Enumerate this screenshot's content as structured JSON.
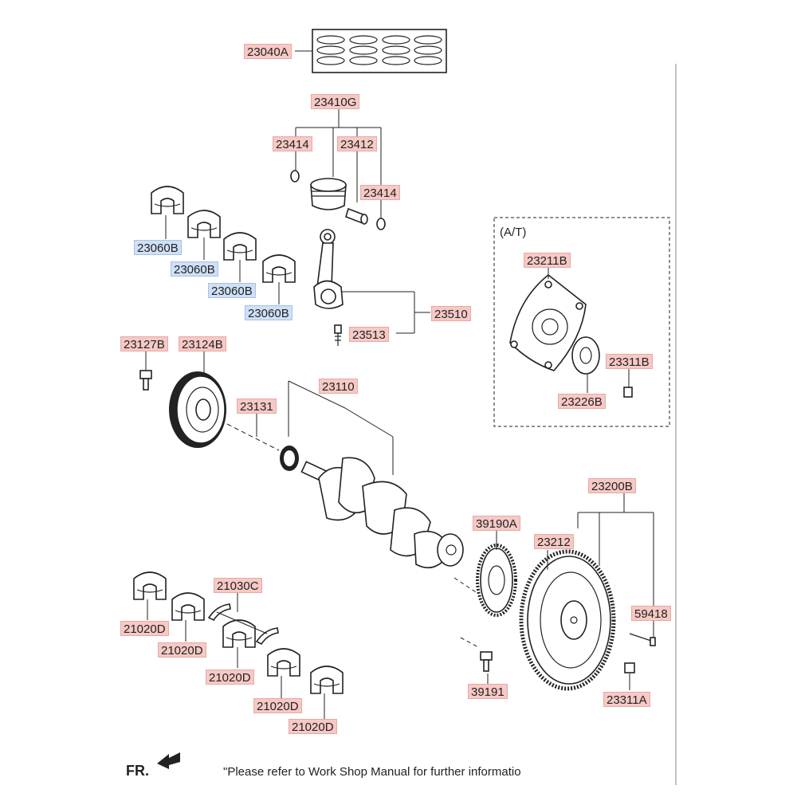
{
  "labels": {
    "p23040A": "23040A",
    "p23410G": "23410G",
    "p23414a": "23414",
    "p23412": "23412",
    "p23414b": "23414",
    "p23060B1": "23060B",
    "p23060B2": "23060B",
    "p23060B3": "23060B",
    "p23060B4": "23060B",
    "p23510": "23510",
    "p23513": "23513",
    "p23127B": "23127B",
    "p23124B": "23124B",
    "p23131": "23131",
    "p23110": "23110",
    "p23211B": "23211B",
    "p23311B": "23311B",
    "p23226B": "23226B",
    "p23200B": "23200B",
    "p39190A": "39190A",
    "p23212": "23212",
    "p59418": "59418",
    "p39191": "39191",
    "p23311A": "23311A",
    "p21030C": "21030C",
    "p21020D1": "21020D",
    "p21020D2": "21020D",
    "p21020D3": "21020D",
    "p21020D4": "21020D",
    "p21020D5": "21020D"
  },
  "at_group_label": "(A/T)",
  "front_label": "FR.",
  "footnote": "\"Please refer to Work Shop Manual for further informatio",
  "colors": {
    "highlight_pink": "#f6c9c5",
    "highlight_blue": "#cfe0f6",
    "line": "#222222"
  }
}
